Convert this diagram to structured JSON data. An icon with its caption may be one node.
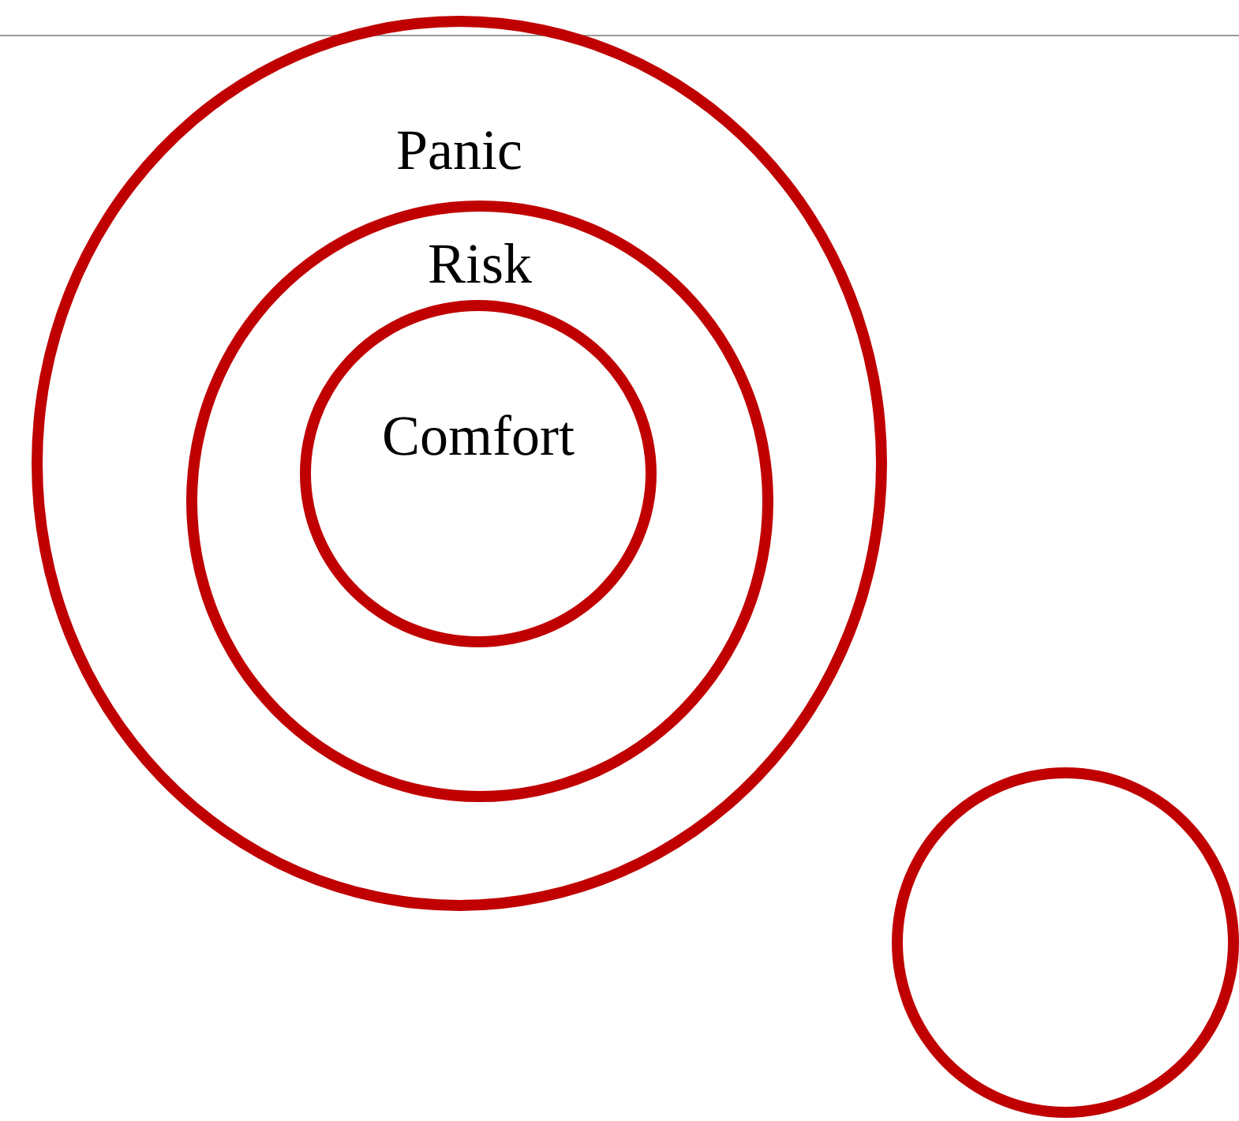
{
  "diagram": {
    "nodes": [
      {
        "text": [
          "Panic"
        ]
      },
      {
        "text": [
          "Risk"
        ],
        "in": 0
      },
      {
        "text": [
          "Comfort"
        ],
        "in": 1
      },
      {
        "text": [],
        "shape": "circle"
      }
    ]
  }
}
